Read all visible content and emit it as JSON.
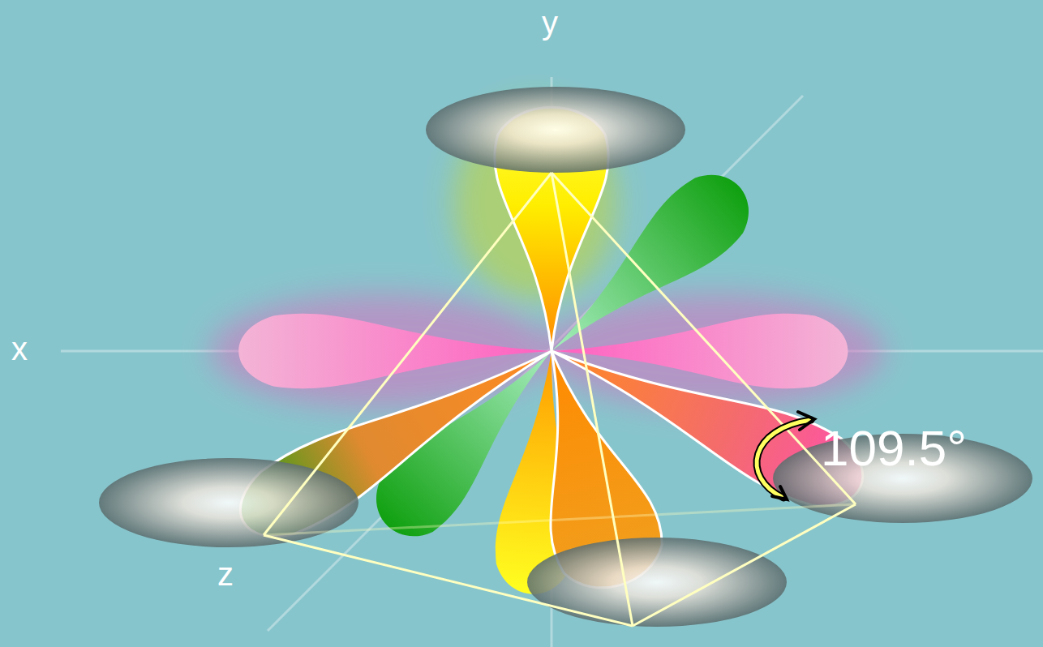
{
  "diagram": {
    "labels": [
      "y",
      "x",
      "z",
      "109.5°"
    ]
  }
}
